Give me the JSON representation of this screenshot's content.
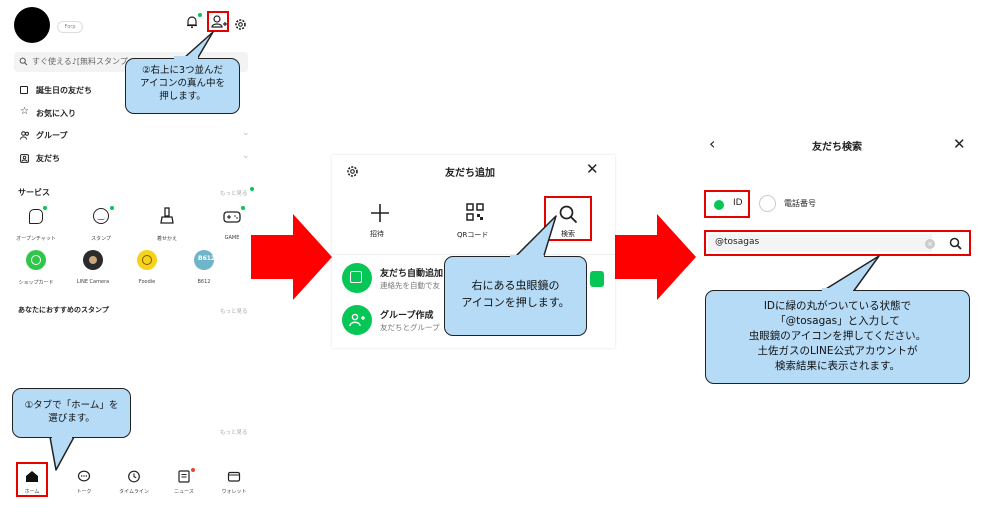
{
  "panel1": {
    "profile_chip": "Forp",
    "search_placeholder": "すぐ使える♪[無料スタンプ",
    "list": [
      "誕生日の友だち",
      "お気に入り",
      "グループ",
      "友だち"
    ],
    "services_title": "サービス",
    "more": "もっと見る",
    "services_row1": [
      "オープンチャット",
      "スタンプ",
      "着せかえ",
      "GAME"
    ],
    "services_row2": [
      "ショップカード",
      "LINE Camera",
      "Foodie",
      "B612"
    ],
    "recommended_title": "あなたにおすすめのスタンプ",
    "tabs": [
      "ホーム",
      "トーク",
      "タイムライン",
      "ニュース",
      "ウォレット"
    ],
    "callout_top": "②右上に3つ並んだ\nアイコンの真ん中を\n押します。",
    "callout_bottom": "①タブで「ホーム」を\n選びます。"
  },
  "panel2": {
    "title": "友だち追加",
    "actions": [
      "招待",
      "QRコード",
      "検索"
    ],
    "rows": [
      {
        "title": "友だち自動追加",
        "sub": "連絡先を自動で友"
      },
      {
        "title": "グループ作成",
        "sub": "友だちとグループ"
      }
    ],
    "callout": "右にある虫眼鏡の\nアイコンを押します。"
  },
  "panel3": {
    "title": "友だち検索",
    "radio_id": "ID",
    "radio_phone": "電話番号",
    "search_value": "@tosagas",
    "callout": "IDに緑の丸がついている状態で\n「@tosagas」と入力して\n虫眼鏡のアイコンを押してください。\n土佐ガスのLINE公式アカウントが\n検索結果に表示されます。"
  },
  "colors": {
    "highlight": "#e60000",
    "arrow": "#ff0000",
    "line_green": "#06c755",
    "callout_fill": "#b5dbf7"
  }
}
